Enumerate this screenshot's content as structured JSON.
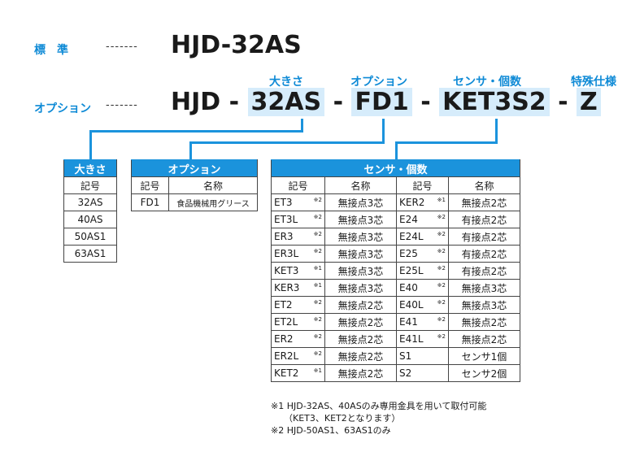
{
  "standard": {
    "label": "標　準",
    "dashes": "-------",
    "model": "HJD-32AS"
  },
  "option": {
    "label": "オプション",
    "dashes": "-------",
    "prefix": "HJD",
    "sep1": "-",
    "size": "32AS",
    "sep2": "-",
    "opt": "FD1",
    "sep3": "-",
    "sensor": "KET3S2",
    "sep4": "-",
    "special": "Z",
    "head_size": "大きさ",
    "head_opt": "オプション",
    "head_sensor": "センサ・個数",
    "head_special": "特殊仕様"
  },
  "size_table": {
    "title": "大きさ",
    "col": "記号",
    "rows": [
      "32AS",
      "40AS",
      "50AS1",
      "63AS1"
    ]
  },
  "option_table": {
    "title": "オプション",
    "col1": "記号",
    "col2": "名称",
    "rows": [
      {
        "code": "FD1",
        "name": "食品機械用グリース"
      }
    ]
  },
  "sensor_table": {
    "title": "センサ・個数",
    "col1": "記号",
    "col2": "名称",
    "col3": "記号",
    "col4": "名称",
    "rows": [
      {
        "c1": "ET3",
        "n1": "※2",
        "m1": "無接点3芯",
        "c2": "KER2",
        "n2": "※1",
        "m2": "無接点2芯"
      },
      {
        "c1": "ET3L",
        "n1": "※2",
        "m1": "無接点3芯",
        "c2": "E24",
        "n2": "※2",
        "m2": "有接点2芯"
      },
      {
        "c1": "ER3",
        "n1": "※2",
        "m1": "無接点3芯",
        "c2": "E24L",
        "n2": "※2",
        "m2": "有接点2芯"
      },
      {
        "c1": "ER3L",
        "n1": "※2",
        "m1": "無接点3芯",
        "c2": "E25",
        "n2": "※2",
        "m2": "有接点2芯"
      },
      {
        "c1": "KET3",
        "n1": "※1",
        "m1": "無接点3芯",
        "c2": "E25L",
        "n2": "※2",
        "m2": "有接点2芯"
      },
      {
        "c1": "KER3",
        "n1": "※1",
        "m1": "無接点3芯",
        "c2": "E40",
        "n2": "※2",
        "m2": "無接点3芯"
      },
      {
        "c1": "ET2",
        "n1": "※2",
        "m1": "無接点2芯",
        "c2": "E40L",
        "n2": "※2",
        "m2": "無接点3芯"
      },
      {
        "c1": "ET2L",
        "n1": "※2",
        "m1": "無接点2芯",
        "c2": "E41",
        "n2": "※2",
        "m2": "無接点2芯"
      },
      {
        "c1": "ER2",
        "n1": "※2",
        "m1": "無接点2芯",
        "c2": "E41L",
        "n2": "※2",
        "m2": "無接点2芯"
      },
      {
        "c1": "ER2L",
        "n1": "※2",
        "m1": "無接点2芯",
        "c2": "S1",
        "n2": "",
        "m2": "センサ1個"
      },
      {
        "c1": "KET2",
        "n1": "※1",
        "m1": "無接点2芯",
        "c2": "S2",
        "n2": "",
        "m2": "センサ2個"
      }
    ]
  },
  "notes": {
    "n1": "※1 HJD-32AS、40ASのみ専用金具を用いて取付可能",
    "n1b": "（KET3、KET2となります）",
    "n2": "※2 HJD-50AS1、63AS1のみ"
  }
}
